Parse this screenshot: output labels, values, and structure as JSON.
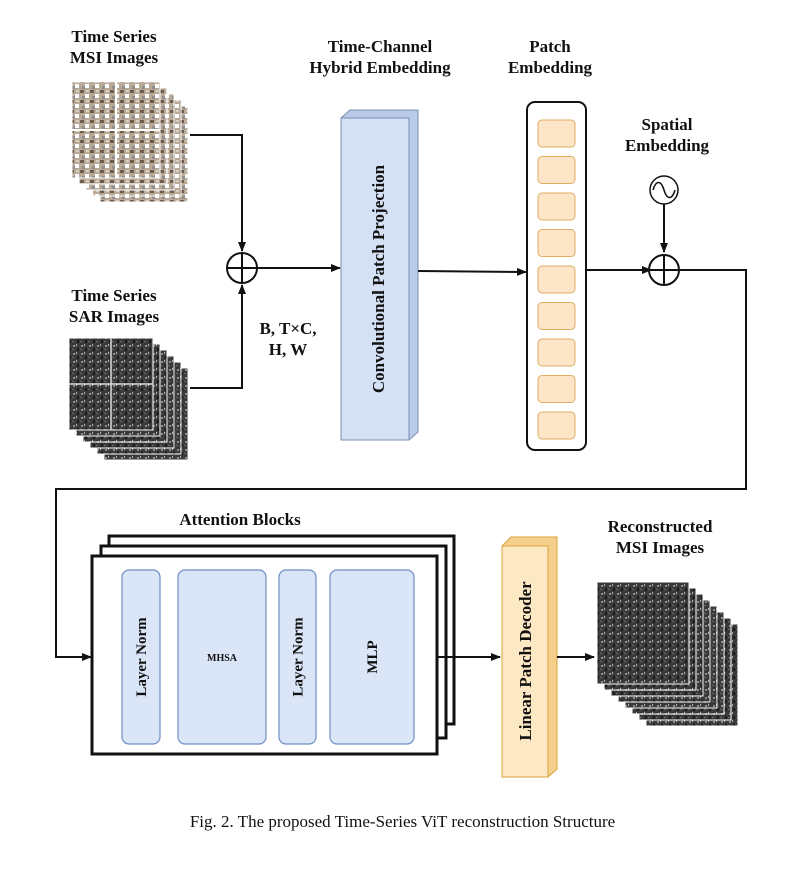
{
  "inputs": {
    "msi": {
      "line1": "Time Series",
      "line2": "MSI Images"
    },
    "sar": {
      "line1": "Time Series",
      "line2": "SAR Images"
    }
  },
  "shape_label": {
    "line1": "B, T×C,",
    "line2": "H, W"
  },
  "stages": {
    "hybrid": {
      "title_line1": "Time-Channel",
      "title_line2": "Hybrid Embedding",
      "box_label": "Convolutional Patch Projection"
    },
    "patch": {
      "title_line1": "Patch",
      "title_line2": "Embedding",
      "token_count": 9
    },
    "spatial": {
      "title_line1": "Spatial",
      "title_line2": "Embedding"
    }
  },
  "attention": {
    "title": "Attention Blocks",
    "layers": [
      "Layer Norm",
      "MHSA",
      "Layer Norm",
      "MLP"
    ]
  },
  "decoder": {
    "box_label": "Linear Patch Decoder"
  },
  "output": {
    "line1": "Reconstructed",
    "line2": "MSI Images"
  },
  "caption": "Fig. 2.  The proposed Time-Series ViT reconstruction Structure",
  "colors": {
    "projection_fill": "#d4e1f5",
    "projection_stroke": "#7a8fb3",
    "token_fill": "#fde5c8",
    "token_stroke": "#e0ad63",
    "layer_fill": "#dae6f8",
    "layer_stroke": "#6f8ec4",
    "decoder_fill": "#fde8c4",
    "decoder_stroke": "#d9a33b"
  }
}
